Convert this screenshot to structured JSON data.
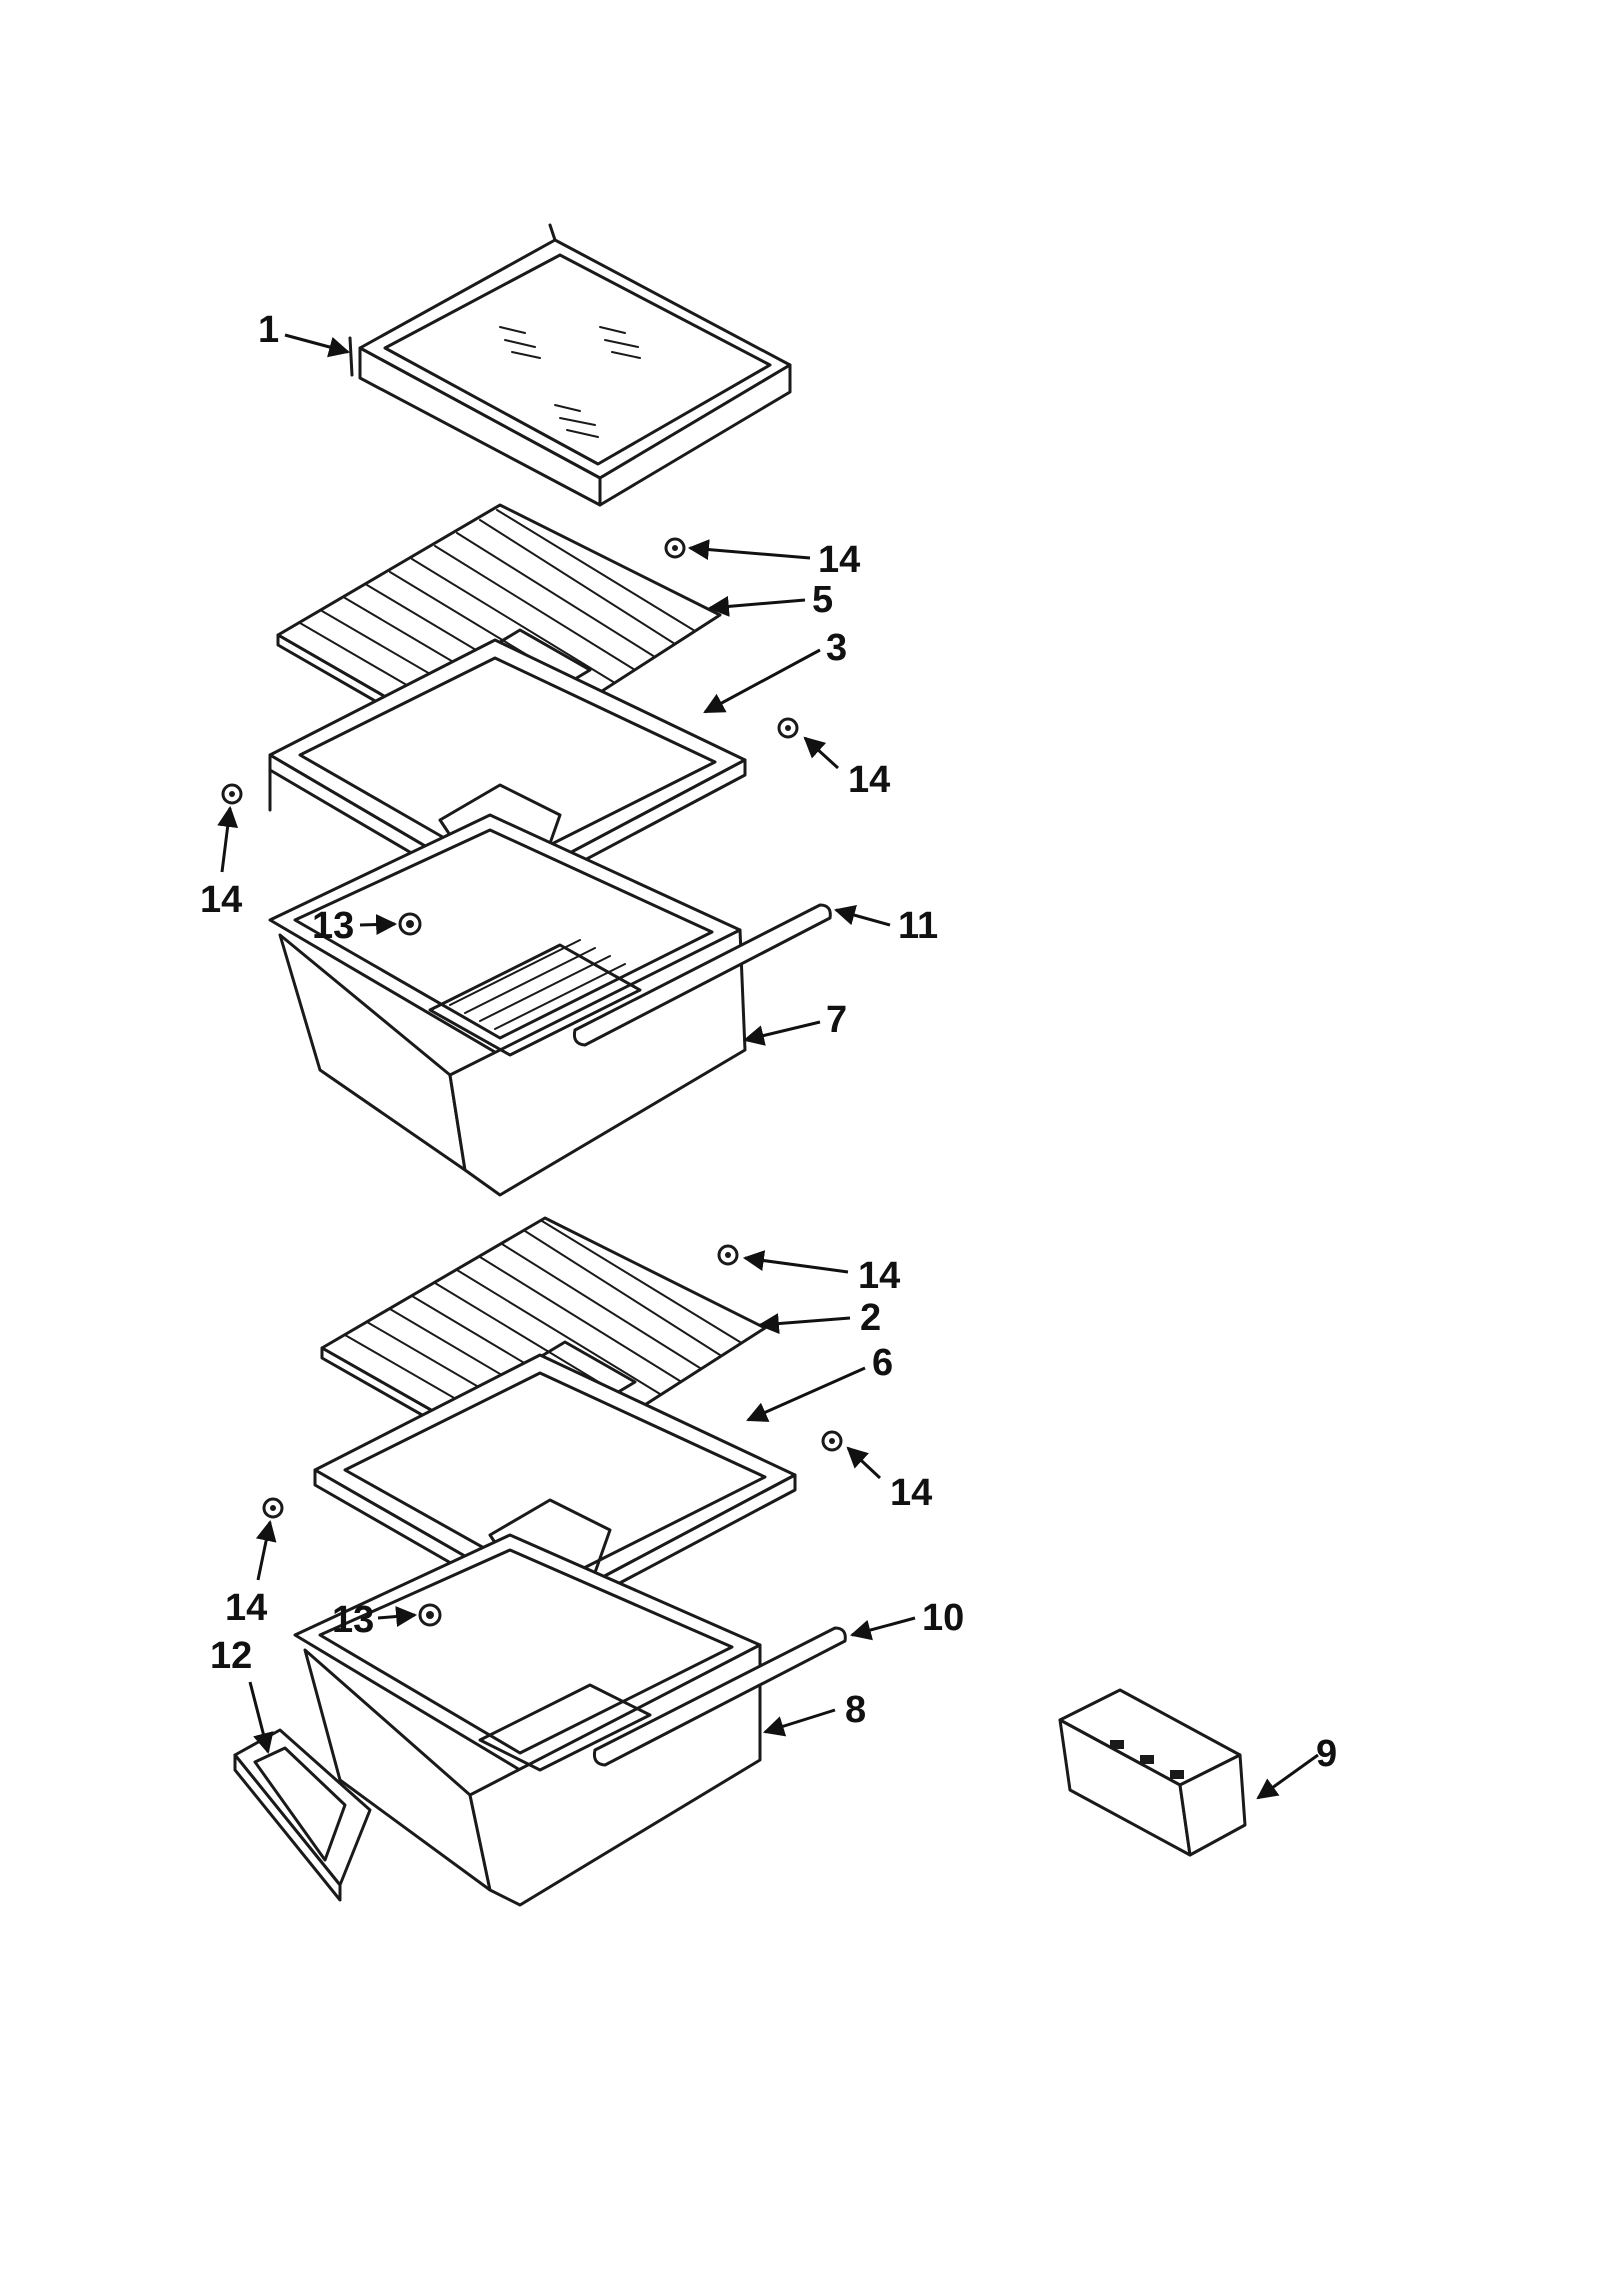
{
  "callouts": {
    "c1": "1",
    "c2": "2",
    "c3": "3",
    "c5": "5",
    "c6": "6",
    "c7": "7",
    "c8": "8",
    "c9": "9",
    "c10": "10",
    "c11": "11",
    "c12": "12",
    "c13a": "13",
    "c13b": "13",
    "c14a": "14",
    "c14b": "14",
    "c14c": "14",
    "c14d": "14",
    "c14e": "14",
    "c14f": "14"
  }
}
